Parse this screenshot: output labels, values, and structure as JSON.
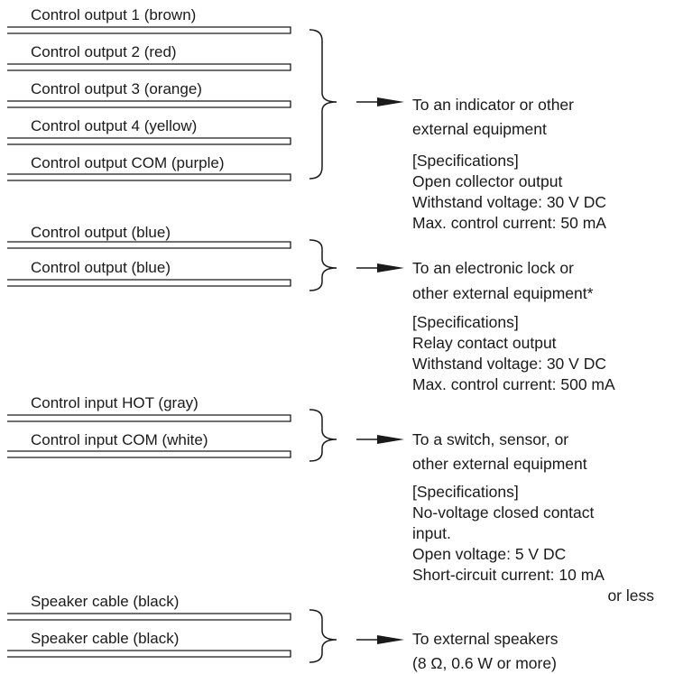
{
  "groups": [
    {
      "wires": [
        "Control output 1 (brown)",
        "Control output 2 (red)",
        "Control output 3 (orange)",
        "Control output 4 (yellow)",
        "Control output COM (purple)"
      ],
      "destination": [
        "To an indicator or other",
        "external equipment"
      ],
      "spec_heading": "[Specifications]",
      "specs": [
        "Open collector output",
        "Withstand voltage: 30 V DC",
        "Max. control current: 50 mA"
      ]
    },
    {
      "wires": [
        "Control output (blue)",
        "Control output (blue)"
      ],
      "destination": [
        "To an electronic lock or",
        "other external equipment*"
      ],
      "spec_heading": "[Specifications]",
      "specs": [
        "Relay contact output",
        "Withstand voltage: 30 V DC",
        "Max. control current: 500 mA"
      ]
    },
    {
      "wires": [
        "Control input HOT (gray)",
        "Control input COM (white)"
      ],
      "destination": [
        "To a switch, sensor, or",
        "other external equipment"
      ],
      "spec_heading": "[Specifications]",
      "specs": [
        "No-voltage closed contact",
        "input.",
        "Open voltage: 5 V DC",
        "Short-circuit current: 10 mA",
        "or less"
      ]
    },
    {
      "wires": [
        "Speaker cable (black)",
        "Speaker cable (black)"
      ],
      "destination": [
        "To external speakers",
        "(8 Ω, 0.6 W or more)"
      ],
      "spec_heading": "",
      "specs": []
    }
  ]
}
